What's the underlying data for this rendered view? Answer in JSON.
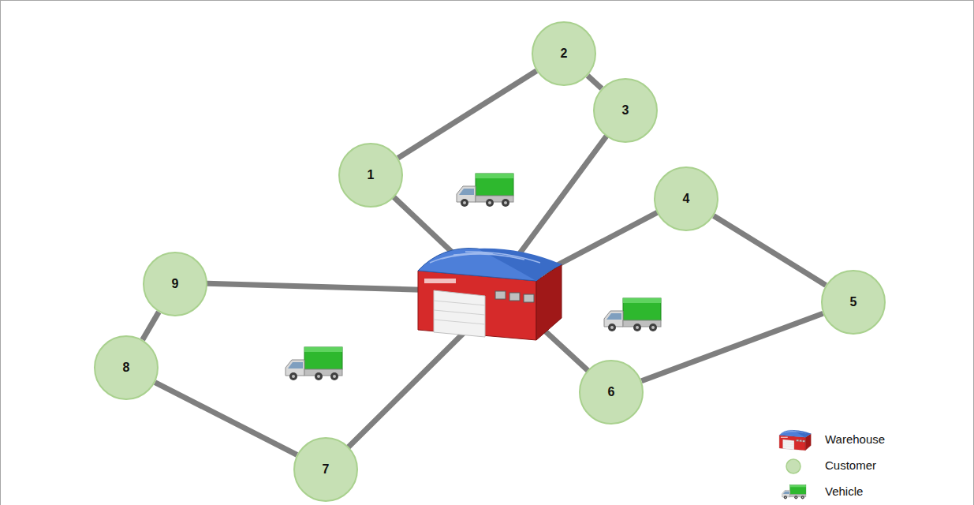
{
  "diagram": {
    "nodes": [
      {
        "text": [
          "1"
        ]
      },
      {
        "text": [
          "2"
        ]
      },
      {
        "text": [
          "3"
        ]
      },
      {
        "text": [
          "4"
        ]
      },
      {
        "text": [
          "5"
        ]
      },
      {
        "text": [
          "6"
        ]
      },
      {
        "text": [
          "7"
        ]
      },
      {
        "text": [
          "8"
        ]
      },
      {
        "text": [
          "9"
        ]
      }
    ],
    "edges": [
      {
        "from": 0,
        "to": 1,
        "arrow": "none"
      },
      {
        "from": 1,
        "to": 2,
        "arrow": "none"
      },
      {
        "from": 3,
        "to": 4,
        "arrow": "none"
      },
      {
        "from": 4,
        "to": 5,
        "arrow": "none"
      },
      {
        "from": 8,
        "to": 7,
        "arrow": "none"
      },
      {
        "from": 7,
        "to": 6,
        "arrow": "none"
      }
    ],
    "legend": [
      {
        "text": "Warehouse"
      },
      {
        "text": "Customer"
      },
      {
        "text": "Vehicle"
      }
    ]
  }
}
